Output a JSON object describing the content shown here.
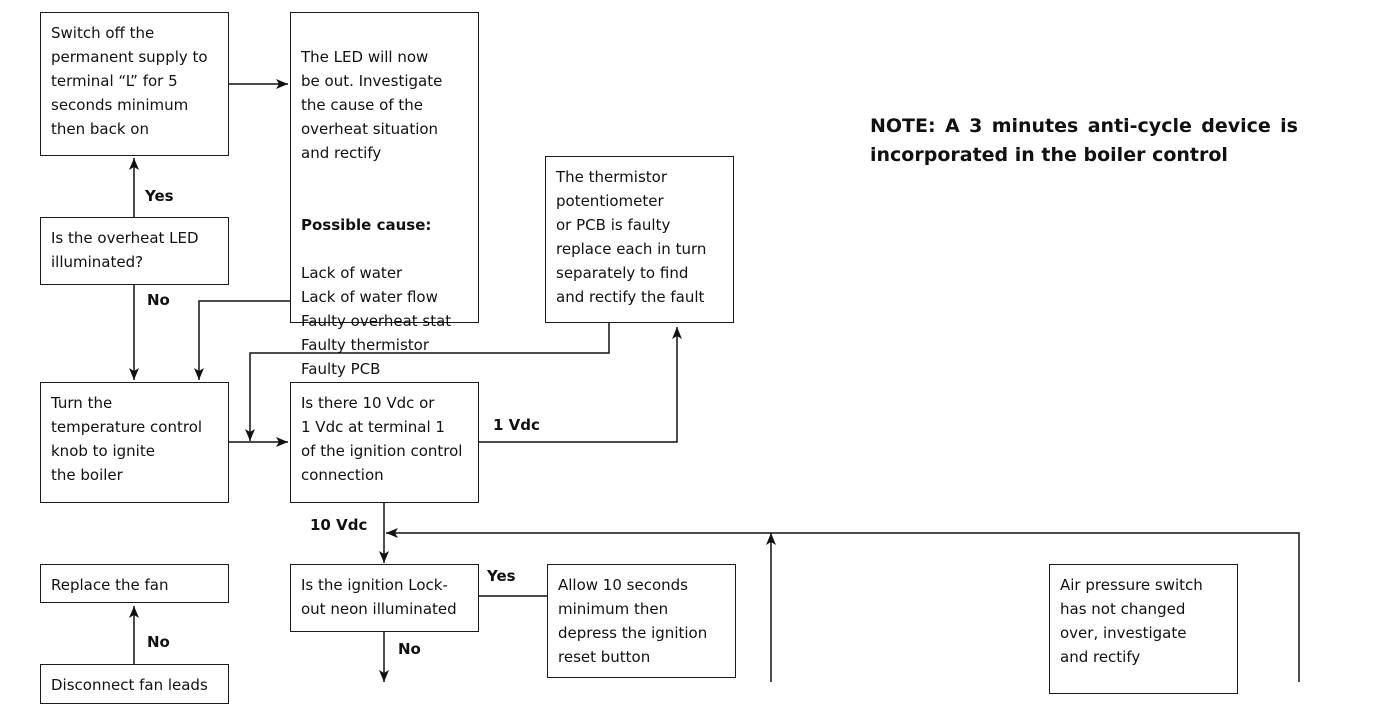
{
  "note": "NOTE: A 3 minutes anti-cycle device is incorporated in the boiler control",
  "boxes": {
    "switch_off": "Switch off the\npermanent supply to\nterminal “L” for 5\nseconds minimum\nthen back on",
    "led_out_text": "The LED will now\nbe out. Investigate\nthe cause of the\noverheat situation\nand rectify",
    "possible_cause_heading": "Possible cause:",
    "possible_cause_list": "Lack of water\nLack of water flow\nFaulty overheat stat\nFaulty thermistor\nFaulty PCB",
    "thermistor": "The thermistor\npotentiometer\nor PCB is faulty\nreplace each in turn\nseparately to find\nand rectify the fault",
    "overheat_q": "Is the overheat LED\nilluminated?",
    "turn_knob": "Turn the\ntemperature control\nknob to ignite\nthe boiler",
    "vdc_q": "Is there 10 Vdc or\n1 Vdc at terminal 1\nof the ignition control\nconnection",
    "replace_fan": "Replace the fan",
    "lockout_q": "Is the ignition Lock-\nout neon illuminated",
    "allow_10": "Allow 10 seconds\nminimum then\ndepress the ignition\nreset button",
    "air_pressure": "Air pressure switch\nhas not changed\nover, investigate\nand rectify",
    "disconnect_fan": "Disconnect fan leads"
  },
  "labels": {
    "yes_overheat": "Yes",
    "no_overheat": "No",
    "vdc1": "1 Vdc",
    "vdc10": "10 Vdc",
    "yes_lockout": "Yes",
    "no_lockout": "No",
    "no_fan": "No"
  }
}
